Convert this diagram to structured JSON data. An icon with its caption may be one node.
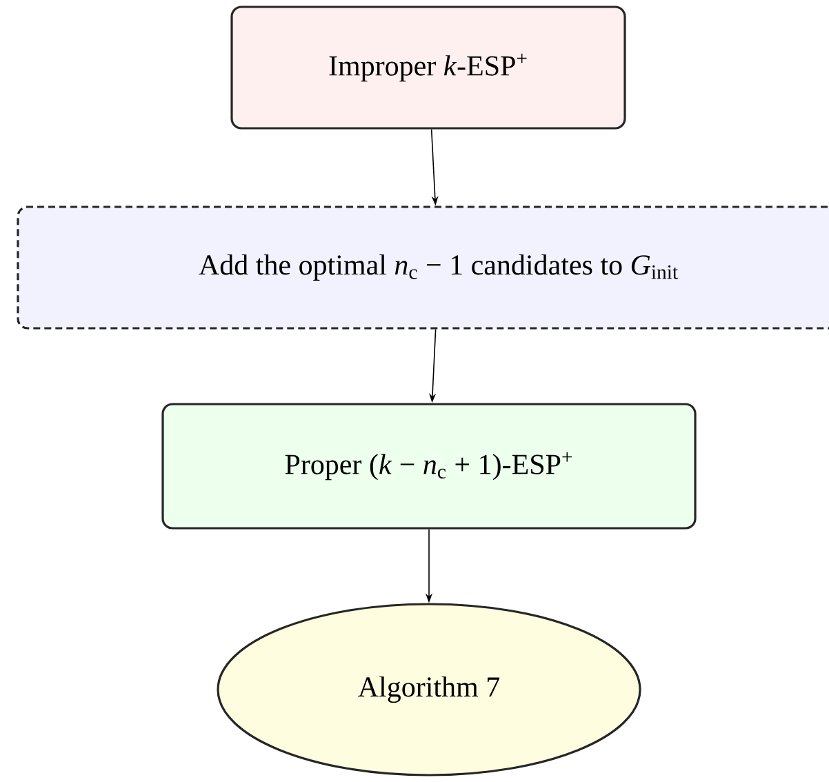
{
  "diagram": {
    "nodes": [
      {
        "text": [
          "Improper *k*-ESP$^{+}$"
        ]
      },
      {
        "text": [
          "Add the optimal *n*$_{c}$ − 1 candidates to *G*$_{init}$"
        ]
      },
      {
        "text": [
          "Proper (*k* − *n*$_{c}$ + 1)-ESP$^{+}$"
        ]
      },
      {
        "text": [
          "Algorithm 7"
        ]
      }
    ],
    "edges": [
      {
        "from": 0,
        "to": 1,
        "arrow": "to"
      },
      {
        "from": 1,
        "to": 2,
        "arrow": "to"
      },
      {
        "from": 2,
        "to": 3,
        "arrow": "to"
      }
    ]
  }
}
